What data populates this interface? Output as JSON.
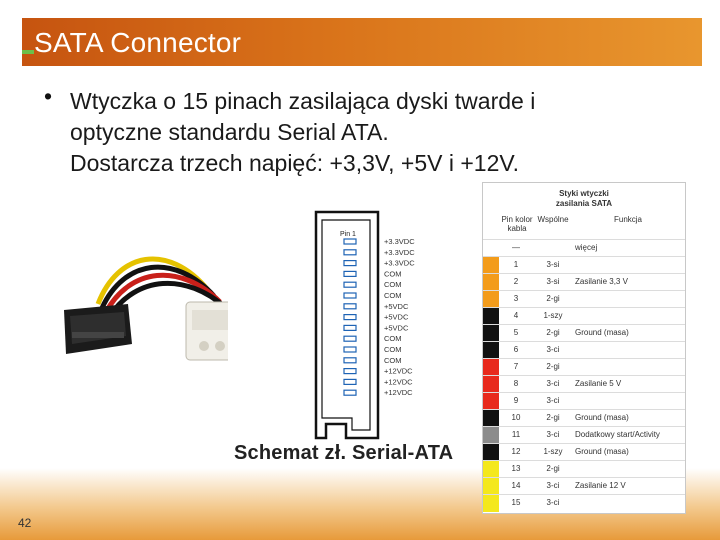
{
  "slide": {
    "title": "SATA Connector",
    "bullet_symbol": "•",
    "bullet_lines": [
      "Wtyczka o 15 pinach zasilająca dyski twarde i",
      "optyczne standardu Serial ATA.",
      "Dostarcza trzech napięć: +3,3V, +5V i +12V."
    ],
    "page_number": "42"
  },
  "schematic": {
    "caption": "Schemat zł. Serial-ATA",
    "pin1_label": "Pin 1",
    "voltage_labels": [
      "+3.3VDC",
      "+3.3VDC",
      "+3.3VDC",
      "COM",
      "COM",
      "COM",
      "+5VDC",
      "+5VDC",
      "+5VDC",
      "COM",
      "COM",
      "COM",
      "+12VDC",
      "+12VDC",
      "+12VDC"
    ]
  },
  "pin_table": {
    "title_line1": "Styki wtyczki",
    "title_line2": "zasilania SATA",
    "header_pin": "Pin kolor kabla",
    "header_common": "Wspólne",
    "header_function": "Funkcja",
    "rows": [
      {
        "pin": "—",
        "common": "",
        "function": "więcej",
        "color": "#ffffff"
      },
      {
        "pin": "1",
        "common": "3-si",
        "function": "",
        "color": "#f39c1b"
      },
      {
        "pin": "2",
        "common": "3-si",
        "function": "Zasilanie 3,3 V",
        "color": "#f39c1b"
      },
      {
        "pin": "3",
        "common": "2-gi",
        "function": "",
        "color": "#f39c1b"
      },
      {
        "pin": "4",
        "common": "1-szy",
        "function": "",
        "color": "#111111"
      },
      {
        "pin": "5",
        "common": "2-gi",
        "function": "Ground (masa)",
        "color": "#111111"
      },
      {
        "pin": "6",
        "common": "3-ci",
        "function": "",
        "color": "#111111"
      },
      {
        "pin": "7",
        "common": "2-gi",
        "function": "",
        "color": "#e8291c"
      },
      {
        "pin": "8",
        "common": "3-ci",
        "function": "Zasilanie 5 V",
        "color": "#e8291c"
      },
      {
        "pin": "9",
        "common": "3-ci",
        "function": "",
        "color": "#e8291c"
      },
      {
        "pin": "10",
        "common": "2-gi",
        "function": "Ground (masa)",
        "color": "#111111"
      },
      {
        "pin": "11",
        "common": "3-ci",
        "function": "Dodatkowy start/Activity",
        "color": "#8c8c8c"
      },
      {
        "pin": "12",
        "common": "1-szy",
        "function": "Ground (masa)",
        "color": "#111111"
      },
      {
        "pin": "13",
        "common": "2-gi",
        "function": "",
        "color": "#f4e81c"
      },
      {
        "pin": "14",
        "common": "3-ci",
        "function": "Zasilanie 12 V",
        "color": "#f4e81c"
      },
      {
        "pin": "15",
        "common": "3-ci",
        "function": "",
        "color": "#f4e81c"
      }
    ]
  }
}
